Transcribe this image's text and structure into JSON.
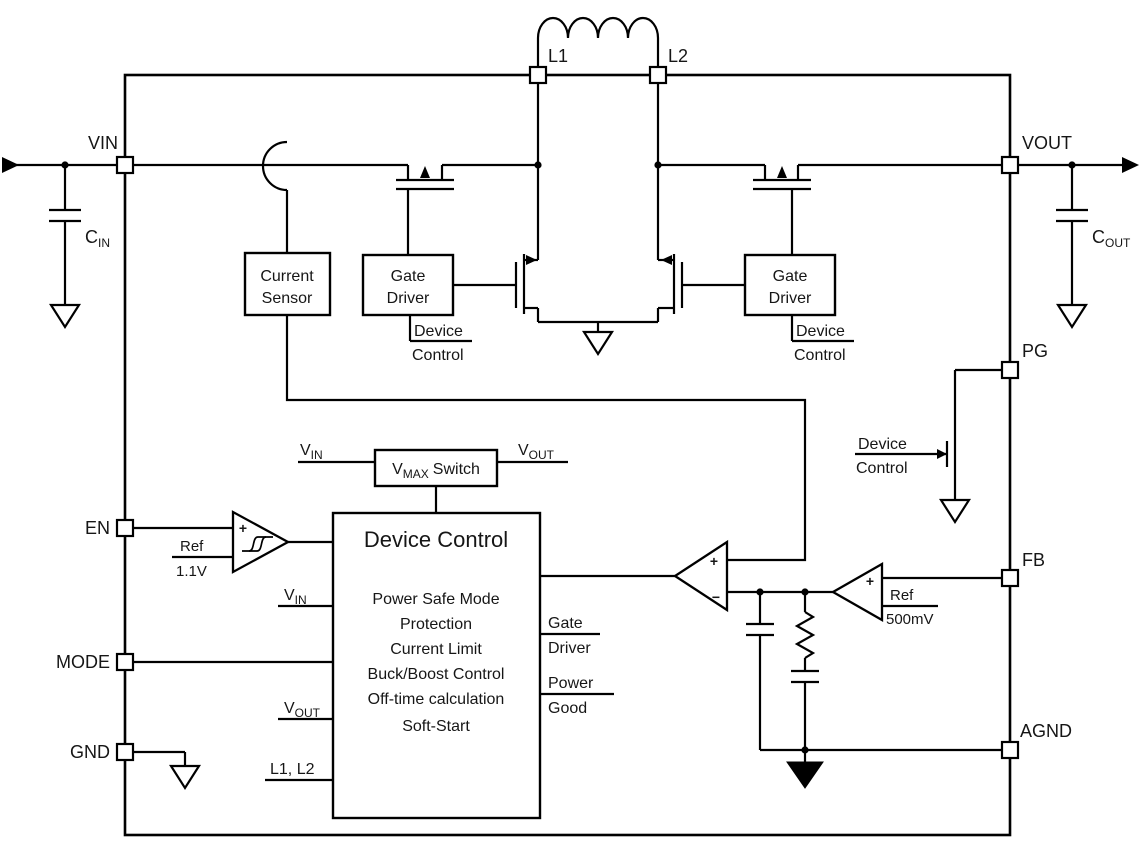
{
  "pins": {
    "vin": "VIN",
    "vout": "VOUT",
    "l1": "L1",
    "l2": "L2",
    "pg": "PG",
    "fb": "FB",
    "agnd": "AGND",
    "en": "EN",
    "mode": "MODE",
    "gnd": "GND"
  },
  "capacitors": {
    "cin": {
      "name": "C",
      "sub": "IN"
    },
    "cout": {
      "name": "C",
      "sub": "OUT"
    }
  },
  "blocks": {
    "current_sensor": {
      "line1": "Current",
      "line2": "Sensor"
    },
    "gate_driver": {
      "line1": "Gate",
      "line2": "Driver"
    },
    "vmax_switch": {
      "pre": "V",
      "sub": "MAX",
      "post": "Switch"
    },
    "device_control": {
      "title": "Device Control",
      "functions": [
        "Power Safe Mode",
        "Protection",
        "Current Limit",
        "Buck/Boost Control",
        "Off-time calculation",
        "Soft-Start"
      ]
    }
  },
  "net_labels": {
    "device_control": {
      "line1": "Device",
      "line2": "Control"
    },
    "vin": {
      "pre": "V",
      "sub": "IN"
    },
    "vout": {
      "pre": "V",
      "sub": "OUT"
    },
    "l1_l2": "L1, L2",
    "gate_driver": {
      "line1": "Gate",
      "line2": "Driver"
    },
    "power_good": {
      "line1": "Power",
      "line2": "Good"
    }
  },
  "refs": {
    "en": {
      "label": "Ref",
      "value": "1.1V"
    },
    "fb": {
      "label": "Ref",
      "value": "500mV"
    }
  },
  "symbols": {
    "plus": "+",
    "minus": "−"
  }
}
